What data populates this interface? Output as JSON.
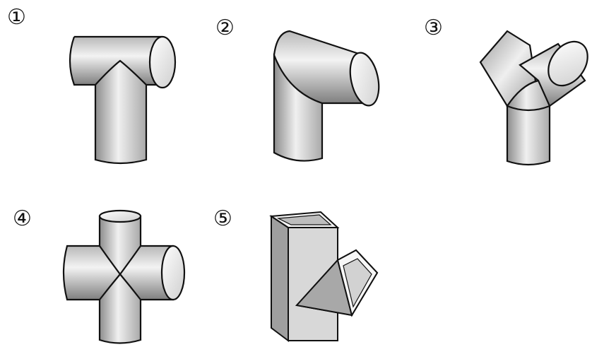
{
  "figures": [
    {
      "label": "①",
      "shape": "tee-pipe"
    },
    {
      "label": "②",
      "shape": "elbow-pipe"
    },
    {
      "label": "③",
      "shape": "wye-pipe"
    },
    {
      "label": "④",
      "shape": "cross-pipe"
    },
    {
      "label": "⑤",
      "shape": "square-duct-tee"
    }
  ],
  "colors": {
    "stroke": "#111111",
    "pipe_light": "#f2f2f2",
    "pipe_mid": "#c7c7c7",
    "pipe_dark": "#7a7a7a"
  }
}
